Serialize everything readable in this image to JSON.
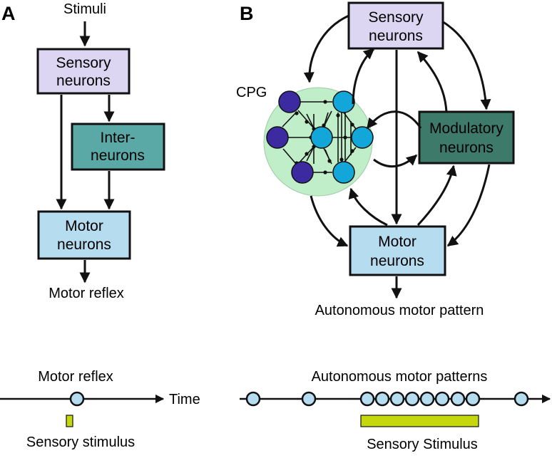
{
  "panel_a": {
    "label": "A",
    "stimuli": "Stimuli",
    "sensory": [
      "Sensory",
      "neurons"
    ],
    "inter": [
      "Inter-",
      "neurons"
    ],
    "motor": [
      "Motor",
      "neurons"
    ],
    "output": "Motor reflex"
  },
  "panel_b": {
    "label": "B",
    "sensory": [
      "Sensory",
      "neurons"
    ],
    "cpg": "CPG",
    "modulatory": [
      "Modulatory",
      "neurons"
    ],
    "motor": [
      "Motor",
      "neurons"
    ],
    "output": "Autonomous motor pattern"
  },
  "timeline_a": {
    "title": "Motor reflex",
    "axis_label": "Time",
    "stimulus_label": "Sensory stimulus"
  },
  "timeline_b": {
    "title": "Autonomous motor patterns",
    "stimulus_label": "Sensory Stimulus"
  },
  "colors": {
    "sensory": "#dcd6f3",
    "inter": "#5aa9a6",
    "motor": "#b6dcef",
    "modulatory": "#3d7a6a",
    "cpg_bg": "#bfeec8",
    "cpg_purple": "#3b2aa0",
    "cpg_cyan": "#13a6d8",
    "event": "#b6dcef",
    "stimulus": "#c5d80e"
  }
}
